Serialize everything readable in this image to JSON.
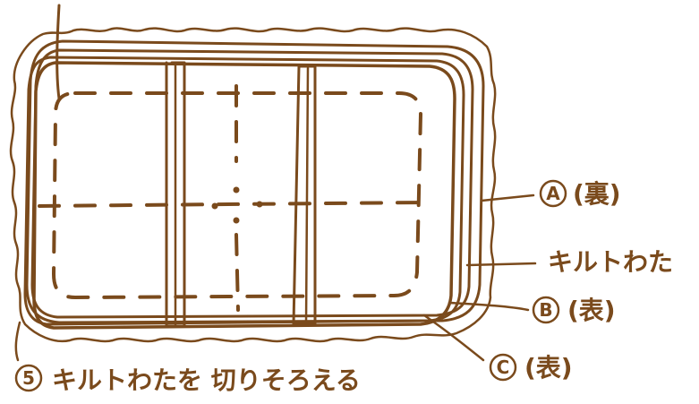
{
  "labels": {
    "a": {
      "mark": "A",
      "text": "(裏)"
    },
    "quilt": {
      "text": "キルトわた"
    },
    "b": {
      "mark": "B",
      "text": "(表)"
    },
    "c": {
      "mark": "C",
      "text": "(表)"
    },
    "step": {
      "mark": "5",
      "text": "キルトわたを 切りそろえる"
    }
  },
  "colors": {
    "ink": "#7a4a1c",
    "background": "#ffffff"
  }
}
